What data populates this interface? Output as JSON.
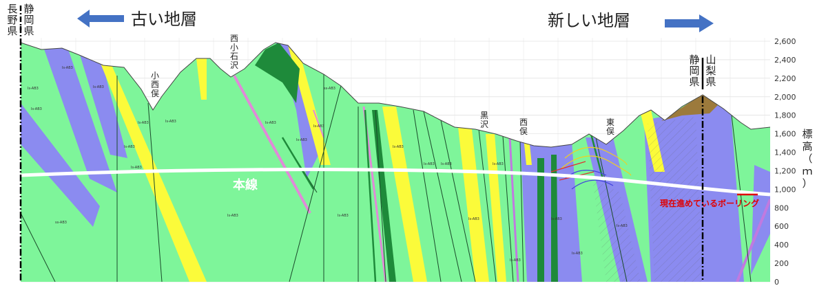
{
  "header": {
    "left_title": "古い地層",
    "right_title": "新しい地層",
    "left_arrow_icon": "arrow-left-icon",
    "right_arrow_icon": "arrow-right-icon",
    "arrow_color": "#4472c4"
  },
  "prefectures": {
    "left_a": "長野県",
    "left_b": "静岡県",
    "right_a": "静岡県",
    "right_b": "山梨県"
  },
  "place_labels": {
    "konishimata": "小西俣",
    "nishikoishizawa": "西小石沢",
    "kurosawa": "黒沢",
    "nishimata": "西俣",
    "higashimata": "東俣"
  },
  "tunnel": {
    "label": "本線"
  },
  "boring": {
    "label": "現在進めているボーリング",
    "color": "#e00000"
  },
  "axis": {
    "label": "標高（ｍ）",
    "ticks": [
      "2,600",
      "2,400",
      "2,200",
      "2,000",
      "1,800",
      "1,600",
      "1,400",
      "1,200",
      "1,000",
      "800",
      "600",
      "400",
      "200",
      "0"
    ]
  },
  "colors": {
    "green": "#7ef59a",
    "blue": "#8b8bf0",
    "yellow": "#fbfb3a",
    "dark_green": "#1e8a3a",
    "pink": "#e08ad8",
    "brown": "#9c7a3c"
  },
  "unit_codes": {
    "b1": "Is-AB3",
    "b2": "Is-AB3",
    "b3": "Is-AB3",
    "b4": "Is-AB3",
    "b5": "Is-AB3",
    "b6": "Is-AB3",
    "b7": "Is-AB3",
    "b8": "ss-AB3",
    "b9": "Is-AB3",
    "b10": "Is-AB3",
    "b11": "Is-AB3",
    "b12": "Is-AB3",
    "b13": "Is-AB3",
    "b14": "ss-AB3",
    "b15": "Is-AB3",
    "b16": "Is-AB3",
    "b17": "Is-AB3",
    "b18": "Is-AB3",
    "b19": "Is-AB3",
    "b20": "Is-AB3",
    "b21": "Is-AB3",
    "b22": "Is-AB3",
    "b23": "Is-AB3",
    "b24": "Is-AB3"
  }
}
